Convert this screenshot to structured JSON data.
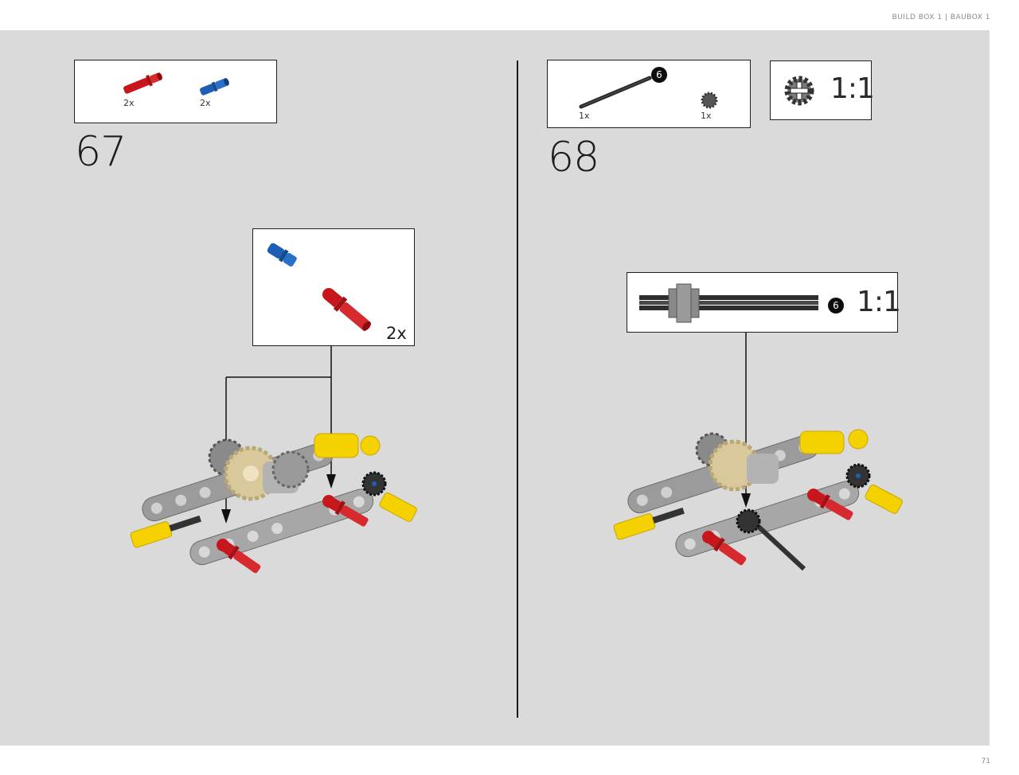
{
  "header": {
    "title": "BUILD BOX 1  |  BAUBOX 1"
  },
  "steps": [
    {
      "number": "67",
      "parts": [
        {
          "icon": "red-pin-icon",
          "qty": "2x"
        },
        {
          "icon": "blue-pin-icon",
          "qty": "2x"
        }
      ],
      "inset_qty": "2x"
    },
    {
      "number": "68",
      "parts": [
        {
          "icon": "black-axle-icon",
          "qty": "1x",
          "length_badge": "6"
        },
        {
          "icon": "gear-icon",
          "qty": "1x"
        }
      ],
      "scale_label": "1:1",
      "inset_scale_label": "1:1",
      "inset_badge": "6"
    }
  ],
  "footer": {
    "page_number": "71"
  },
  "colors": {
    "background": "#d9dad9",
    "red_part": "#c8161d",
    "blue_part": "#1e5fb4",
    "yellow_part": "#f5d100",
    "gray_part": "#9a9a9a"
  }
}
